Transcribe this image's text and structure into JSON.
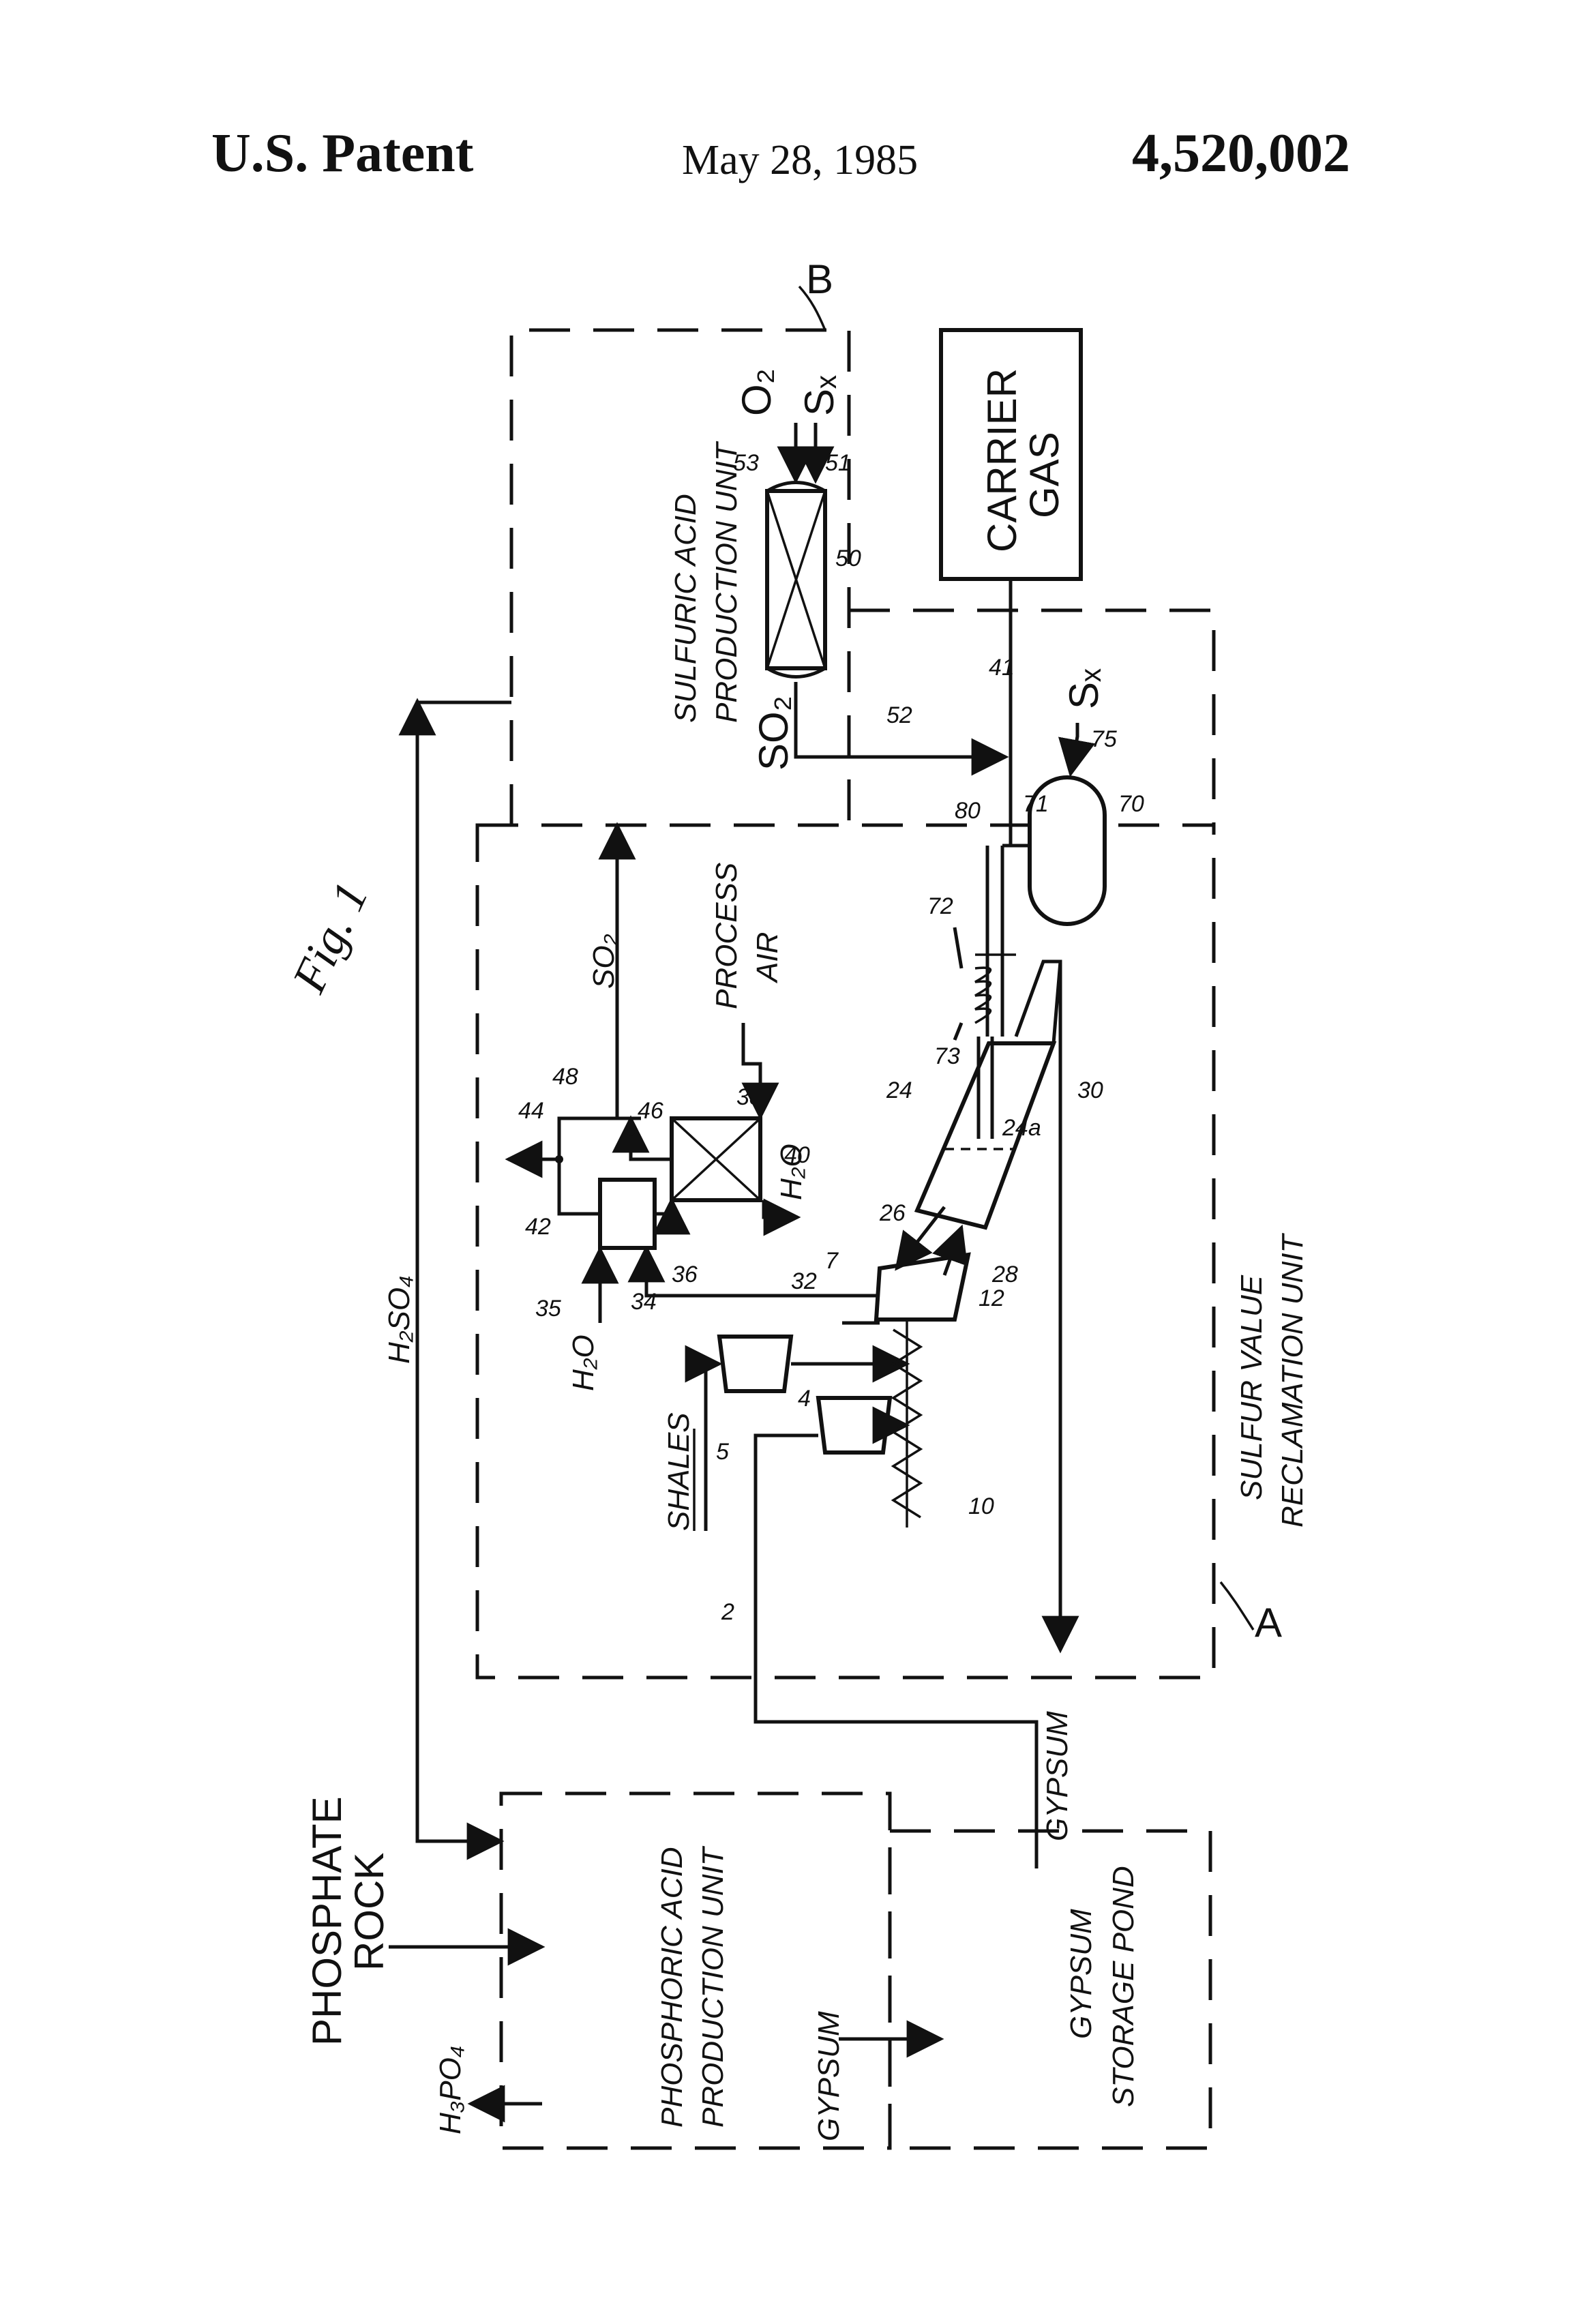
{
  "header": {
    "left": "U.S. Patent",
    "date": "May 28, 1985",
    "right": "4,520,002"
  },
  "figure": {
    "caption": "Fig. 1",
    "units": {
      "A": "A",
      "B": "B",
      "sulfur_reclamation_1": "SULFUR  VALUE",
      "sulfur_reclamation_2": "RECLAMATION  UNIT",
      "sulfuric_1": "SULFURIC  ACID",
      "sulfuric_2": "PRODUCTION UNIT",
      "phosphoric_1": "PHOSPHORIC  ACID",
      "phosphoric_2": "PRODUCTION  UNIT",
      "pond_1": "GYPSUM",
      "pond_2": "STORAGE  POND",
      "carrier_1": "CARRIER",
      "carrier_2": "GAS"
    },
    "streams": {
      "phosphate_1": "PHOSPHATE",
      "phosphate_2": "ROCK",
      "h3po4": "H₃PO₄",
      "h2so4": "H₂SO₄",
      "so2_mid": "SO₂",
      "so2_reactor": "SO₂",
      "o2": "O₂",
      "sx_top": "Sₓ",
      "sx_tank": "Sₓ",
      "shales": "SHALES",
      "h2o_left": "H₂O",
      "h2o_right": "H₂O",
      "process_air_1": "PROCESS",
      "process_air_2": "AIR",
      "gypsum_inner": "GYPSUM",
      "gypsum_feed": "GYPSUM"
    },
    "refs": {
      "n2": "2",
      "n4": "4",
      "n5": "5",
      "n7": "7",
      "n10": "10",
      "n12": "12",
      "n24": "24",
      "n24a": "24a",
      "n26": "26",
      "n28": "28",
      "n30": "30",
      "n32": "32",
      "n34": "34",
      "n35": "35",
      "n36": "36",
      "n38": "38",
      "n40": "40",
      "n41": "41",
      "n42": "42",
      "n44": "44",
      "n46": "46",
      "n48": "48",
      "n50": "50",
      "n51": "51",
      "n52": "52",
      "n53": "53",
      "n70": "70",
      "n71": "71",
      "n72": "72",
      "n73": "73",
      "n75": "75",
      "n80": "80"
    }
  }
}
